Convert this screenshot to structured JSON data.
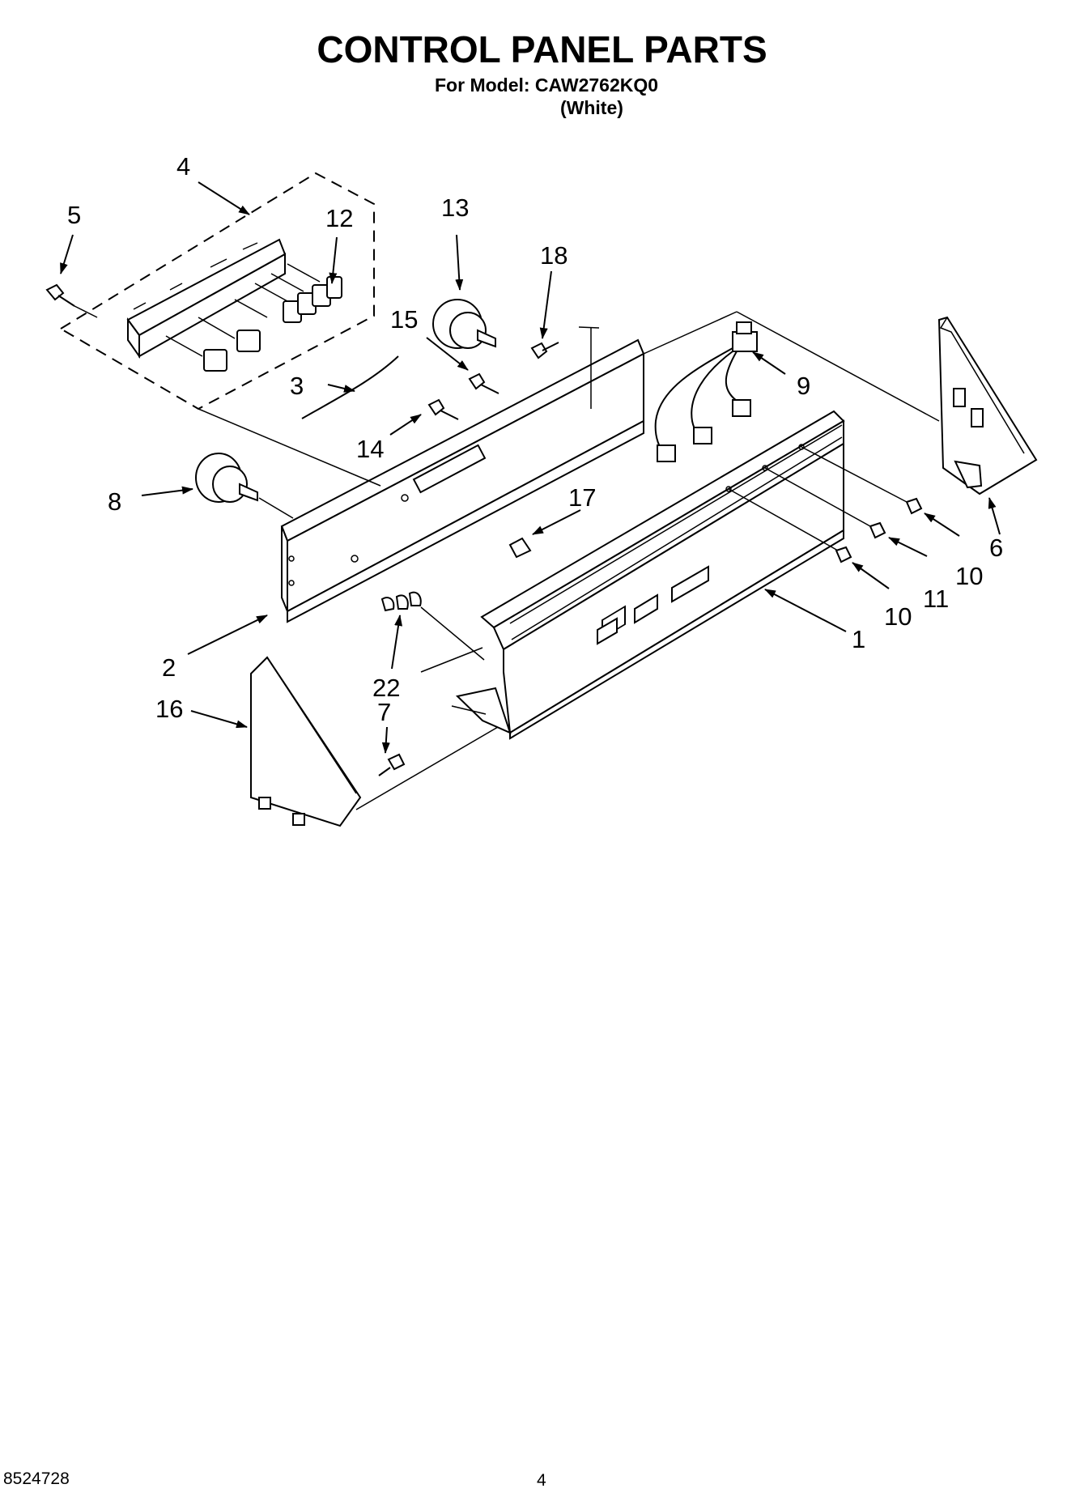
{
  "header": {
    "title": "CONTROL PANEL PARTS",
    "model_line": "For Model: CAW2762KQ0",
    "color_line": "(White)"
  },
  "footer": {
    "doc_number": "8524728",
    "page_number": "4"
  },
  "callouts": {
    "c1": "1",
    "c2": "2",
    "c3": "3",
    "c4": "4",
    "c5": "5",
    "c6": "6",
    "c7": "7",
    "c8": "8",
    "c9": "9",
    "c10a": "10",
    "c10b": "10",
    "c11": "11",
    "c12": "12",
    "c13": "13",
    "c14": "14",
    "c15": "15",
    "c16": "16",
    "c17": "17",
    "c18": "18",
    "c22": "22"
  }
}
